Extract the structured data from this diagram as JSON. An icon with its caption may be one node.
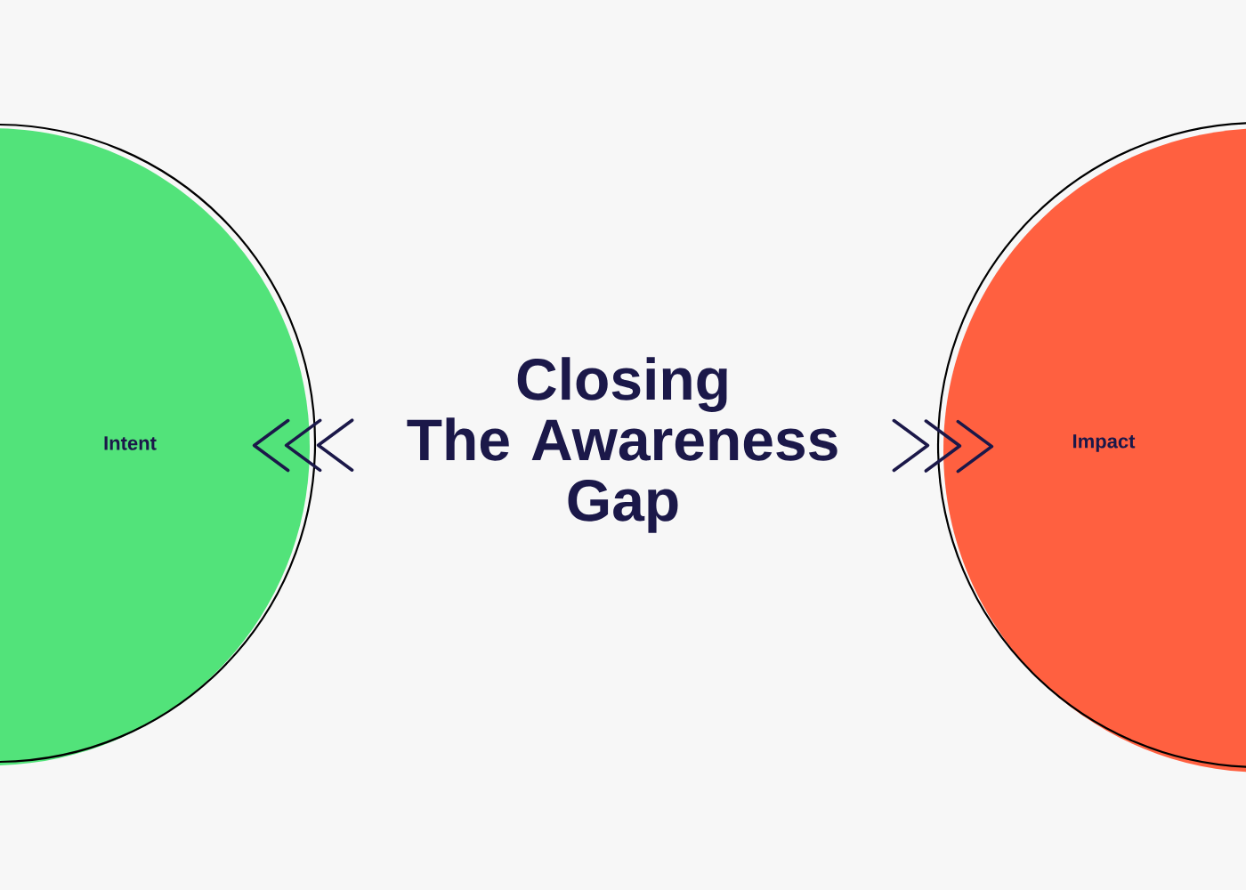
{
  "diagram": {
    "nodes": [
      {
        "text": [
          "Intent"
        ]
      },
      {
        "text": [
          "Closing The Awareness Gap"
        ]
      },
      {
        "text": [
          "Impact"
        ]
      }
    ],
    "edges": [
      {
        "from": 1,
        "to": 0,
        "arrow": "to"
      },
      {
        "from": 1,
        "to": 2,
        "arrow": "to"
      }
    ]
  }
}
